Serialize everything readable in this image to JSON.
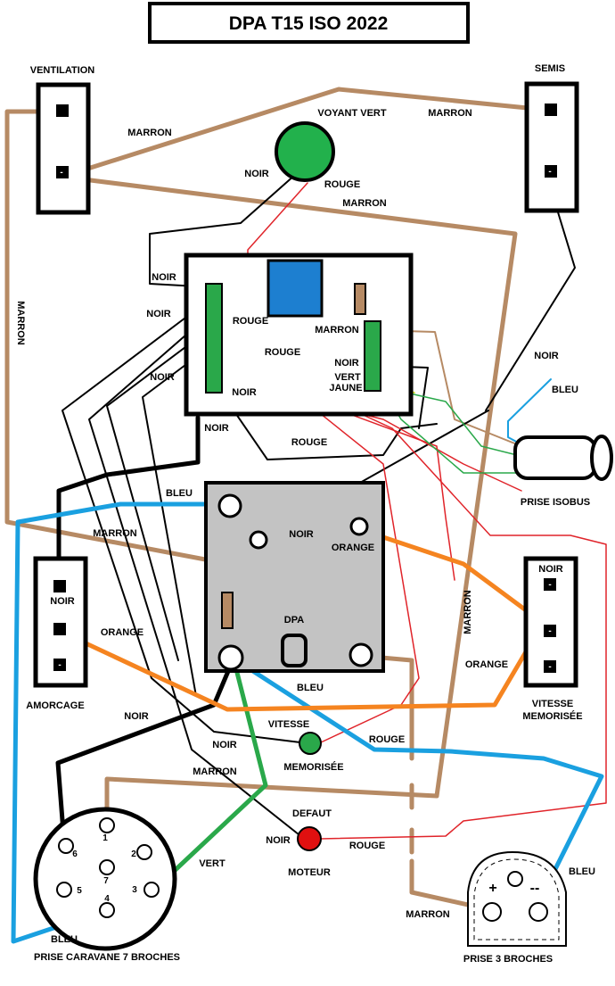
{
  "title": "DPA T15 ISO 2022",
  "components": {
    "ventilation": "VENTILATION",
    "semis": "SEMIS",
    "voyant_vert": "VOYANT VERT",
    "prise_isobus": "PRISE ISOBUS",
    "dpa": "DPA",
    "amorcage": "AMORCAGE",
    "vitesse_memorisee_1": "VITESSE",
    "vitesse_memorisee_2": "MEMORISÉE",
    "vitesse_memorisee_led_1": "VITESSE",
    "vitesse_memorisee_led_2": "MEMORISÉE",
    "defaut": "DEFAUT",
    "moteur": "MOTEUR",
    "prise_caravane": "PRISE CARAVANE 7 BROCHES",
    "prise_3": "PRISE 3 BROCHES"
  },
  "wire_labels": {
    "marron_1": "MARRON",
    "marron_2": "MARRON",
    "marron_3": "MARRON",
    "marron_4": "MARRON",
    "marron_5": "MARRON",
    "marron_6": "MARRON",
    "marron_7": "MARRON",
    "marron_8": "MARRON",
    "marron_9": "MARRON",
    "noir_1": "NOIR",
    "noir_2": "NOIR",
    "noir_3": "NOIR",
    "noir_4": "NOIR",
    "noir_5": "NOIR",
    "noir_6": "NOIR",
    "noir_7": "NOIR",
    "noir_8": "NOIR",
    "noir_9": "NOIR",
    "noir_10": "NOIR",
    "noir_11": "NOIR",
    "noir_12": "NOIR",
    "noir_13": "NOIR",
    "noir_14": "NOIR",
    "rouge_1": "ROUGE",
    "rouge_2": "ROUGE",
    "rouge_3": "ROUGE",
    "rouge_4": "ROUGE",
    "rouge_5": "ROUGE",
    "rouge_6": "ROUGE",
    "vert_1": "VERT",
    "vert_2": "VERT",
    "jaune": "JAUNE",
    "bleu_1": "BLEU",
    "bleu_2": "BLEU",
    "bleu_3": "BLEU",
    "bleu_4": "BLEU",
    "bleu_5": "BLEU",
    "orange_1": "ORANGE",
    "orange_2": "ORANGE",
    "orange_3": "ORANGE"
  },
  "pins": {
    "p1": "1",
    "p2": "2",
    "p3": "3",
    "p4": "4",
    "p5": "5",
    "p6": "6",
    "p7": "7",
    "plus": "+",
    "minus": "--",
    "amorcage_minus": "-",
    "vent_minus": "-",
    "semis_minus": "-",
    "vit_minus_1": "-",
    "vit_minus_2": "-",
    "vit_minus_3": "-"
  },
  "colors": {
    "marron": "#b68a64",
    "noir": "#000000",
    "rouge": "#e0242a",
    "vert": "#2aa84a",
    "bleu": "#1aa0e0",
    "orange": "#f58420",
    "jaune": "#c8d400",
    "voyant": "#22b14c",
    "defaut_led": "#e01010",
    "relay": "#1d7fd0",
    "dpa_box": "#c3c3c3"
  }
}
